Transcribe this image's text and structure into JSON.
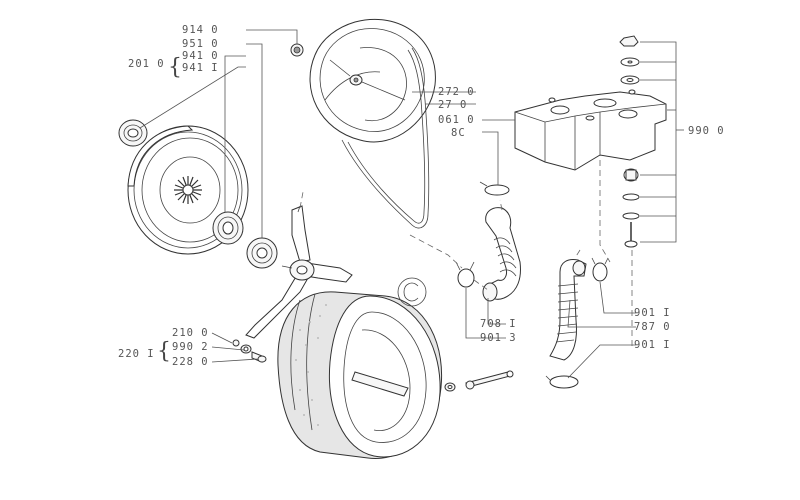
{
  "callouts": {
    "c914": "914 0",
    "c951": "951 0",
    "c941a": "941 0",
    "c941b": "941 I",
    "c201": "201 0",
    "c272": "272 0",
    "c27": "27 0",
    "c061": "061 0",
    "c80": "8C",
    "c990r": "990 0",
    "c708": "708 I",
    "c901_3": "901 3",
    "c901a": "901 I",
    "c787": "787 0",
    "c901b": "901 I",
    "c210": "210 0",
    "c990_2": "990 2",
    "c228": "228 0",
    "c220": "220 I"
  },
  "icons": [
    "pulley-wheel-icon",
    "bearing-icon",
    "drum-spider-icon",
    "wash-drum-icon",
    "tub-back-icon",
    "drive-belt-icon",
    "counterweight-icon",
    "hose-clamp-icon",
    "corrugated-hose-icon",
    "bolt-icon",
    "washer-icon"
  ],
  "colors": {
    "line": "#333333",
    "label": "#555555",
    "background": "#ffffff"
  }
}
